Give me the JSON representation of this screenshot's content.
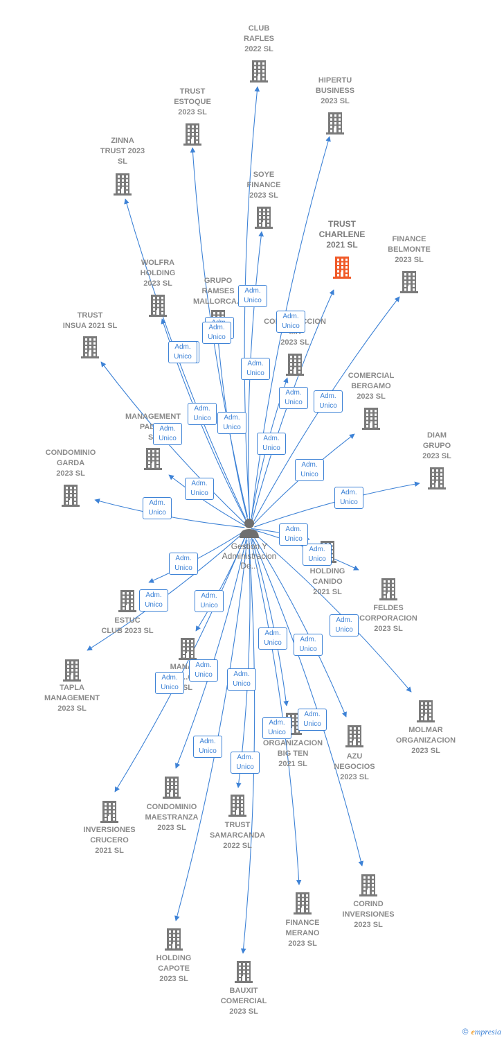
{
  "diagram": {
    "edge_label": "Adm.\nUnico",
    "colors": {
      "edge": "#3d82d6",
      "node": "#7a7a7a",
      "highlight": "#f05a28"
    }
  },
  "center": {
    "label": "Gestion Y\nAdministracion\nDe...",
    "icon": "person-icon"
  },
  "nodes": [
    {
      "label": "CLUB\nRAFLES\n2022  SL"
    },
    {
      "label": "HIPERTU\nBUSINESS\n2023  SL"
    },
    {
      "label": "TRUST\nESTOQUE\n2023  SL"
    },
    {
      "label": "ZINNA\nTRUST 2023\nSL"
    },
    {
      "label": "SOYE\nFINANCE\n2023  SL"
    },
    {
      "label": "TRUST\nCHARLENE\n2021  SL",
      "highlight": true
    },
    {
      "label": "FINANCE\nBELMONTE\n2023  SL"
    },
    {
      "label": "WOLFRA\nHOLDING\n2023  SL"
    },
    {
      "label": "GRUPO\nRAMSES\nMALLORCA..."
    },
    {
      "label": "CONSTRUCCION\n...A\n2023  SL"
    },
    {
      "label": "TRUST\nINSUA 2021  SL"
    },
    {
      "label": "COMERCIAL\nBERGAMO\n2023  SL"
    },
    {
      "label": "MANAGEMENT\nPADUA\nSL"
    },
    {
      "label": "DIAM\nGRUPO\n2023  SL"
    },
    {
      "label": "CONDOMINIO\nGARDA\n2023  SL"
    },
    {
      "label": "HOLDING\nCANIDO\n2021  SL"
    },
    {
      "label": "FELDES\nCORPORACION\n2023  SL"
    },
    {
      "label": "ESTUC\nCLUB 2023  SL"
    },
    {
      "label": "MANAG...\n...O\nSL"
    },
    {
      "label": "TAPLA\nMANAGEMENT\n2023  SL"
    },
    {
      "label": "MOLMAR\nORGANIZACION\n2023  SL"
    },
    {
      "label": "ORGANIZACION\nBIG TEN\n2021  SL"
    },
    {
      "label": "AZU\nNEGOCIOS\n2023  SL"
    },
    {
      "label": "CONDOMINIO\nMAESTRANZA\n2023  SL"
    },
    {
      "label": "INVERSIONES\nCRUCERO\n2021  SL"
    },
    {
      "label": "TRUST\nSAMARCANDA\n2022  SL"
    },
    {
      "label": "CORIND\nINVERSIONES\n2023  SL"
    },
    {
      "label": "FINANCE\nMERANO\n2023  SL"
    },
    {
      "label": "HOLDING\nCAPOTE\n2023  SL"
    },
    {
      "label": "BAUXIT\nCOMERCIAL\n2023  SL"
    }
  ],
  "footer": {
    "copyright": "©",
    "brand_first": "e",
    "brand_rest": "mpresia"
  }
}
